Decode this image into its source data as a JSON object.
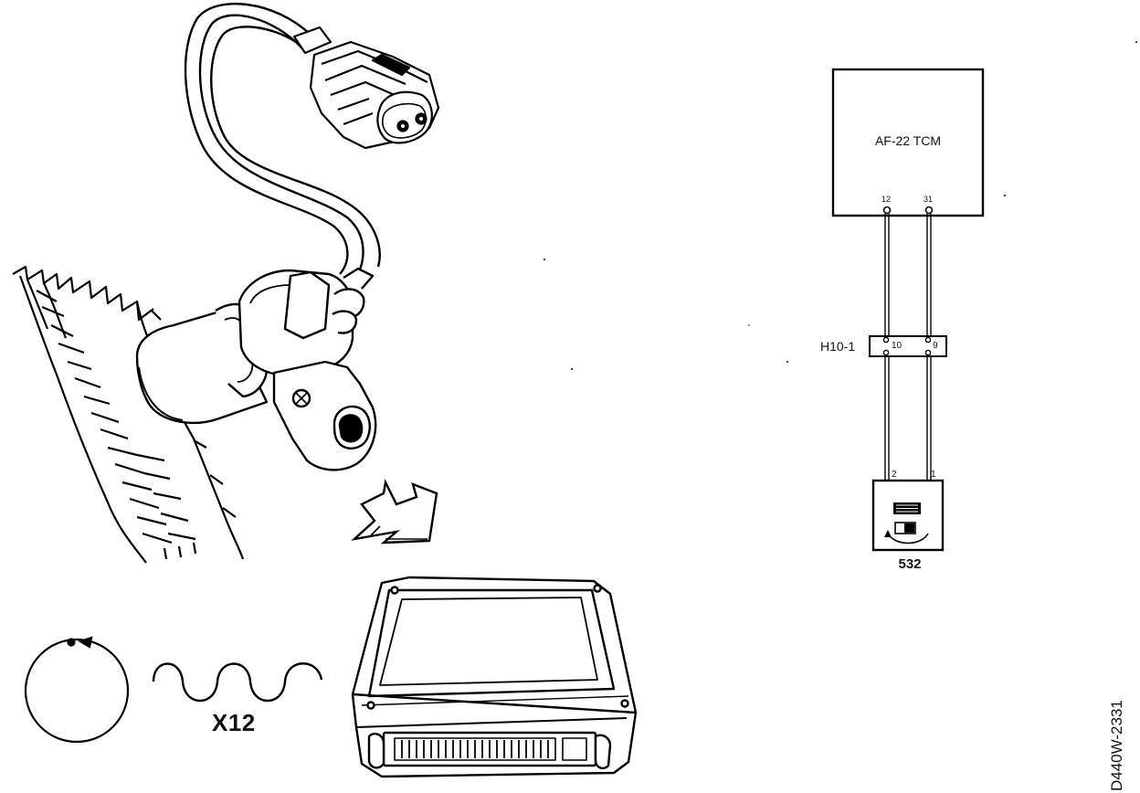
{
  "diagram": {
    "tcm_label": "AF-22 TCM",
    "tcm_pin_a": "12",
    "tcm_pin_b": "31",
    "connector_label": "H10-1",
    "connector_pin_a": "10",
    "connector_pin_b": "9",
    "sensor_pin_a": "2",
    "sensor_pin_b": "1",
    "component_number": "532",
    "signal_label": "X12",
    "figure_ref": "D440W-2331"
  }
}
